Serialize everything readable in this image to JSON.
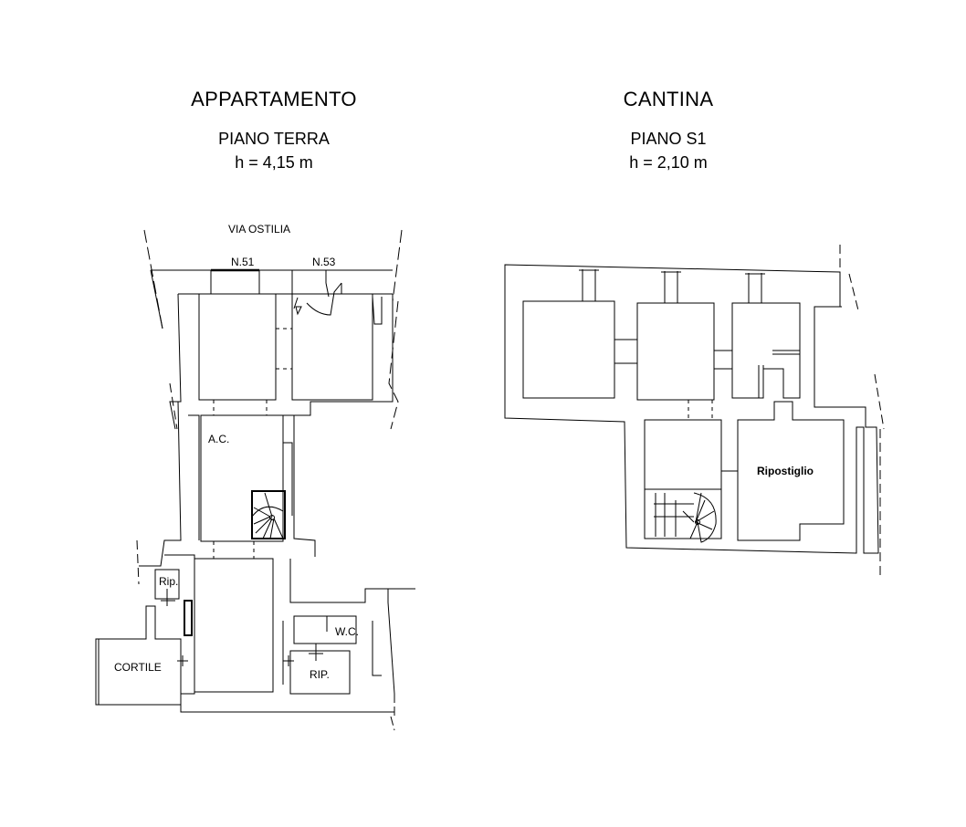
{
  "left": {
    "title": "APPARTAMENTO",
    "floor": "PIANO TERRA",
    "height": "h = 4,15 m",
    "street": "VIA OSTILIA",
    "entrance_a": "N.51",
    "entrance_b": "N.53",
    "rooms": {
      "ac": "A.C.",
      "rip_small": "Rip.",
      "cortile": "CORTILE",
      "wc": "W.C.",
      "rip_bottom": "RIP."
    }
  },
  "right": {
    "title": "CANTINA",
    "floor": "PIANO S1",
    "height": "h = 2,10 m",
    "rooms": {
      "ripostiglio": "Ripostiglio"
    }
  }
}
